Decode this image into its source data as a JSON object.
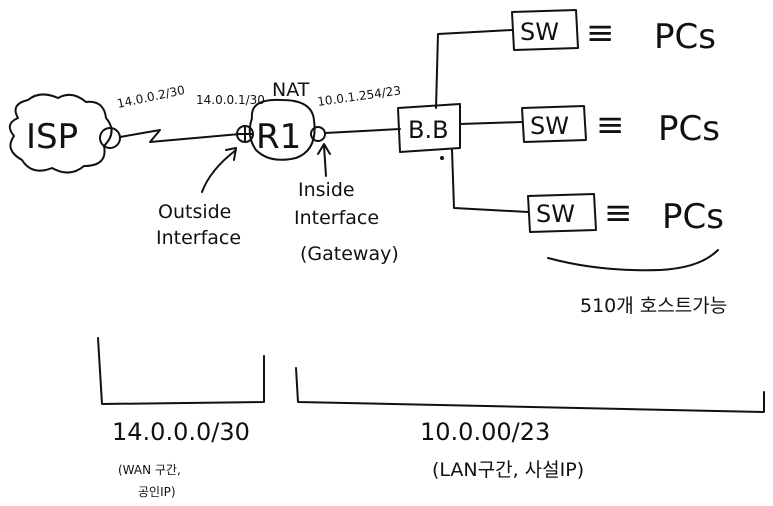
{
  "nodes": {
    "isp": "ISP",
    "router": "R1",
    "backbone": "B.B",
    "switches": [
      "SW",
      "SW",
      "SW"
    ],
    "pcs": [
      "PCs",
      "PCs",
      "PCs"
    ],
    "equiv": "≡"
  },
  "addresses": {
    "isp_ip": "14.0.0.2/30",
    "outside_ip": "14.0.0.1/30",
    "nat": "NAT",
    "inside_ip": "10.0.1.254/23"
  },
  "labels": {
    "outside": [
      "Outside",
      "Interface"
    ],
    "inside": [
      "Inside",
      "Interface",
      "(Gateway)"
    ],
    "host_count": "510개 호스트가능"
  },
  "ranges": {
    "wan": {
      "net": "14.0.0.0/30",
      "desc1": "(WAN 구간,",
      "desc2": "공인IP)"
    },
    "lan": {
      "net": "10.0.00/23",
      "desc": "(LAN구간, 사설IP)"
    }
  }
}
